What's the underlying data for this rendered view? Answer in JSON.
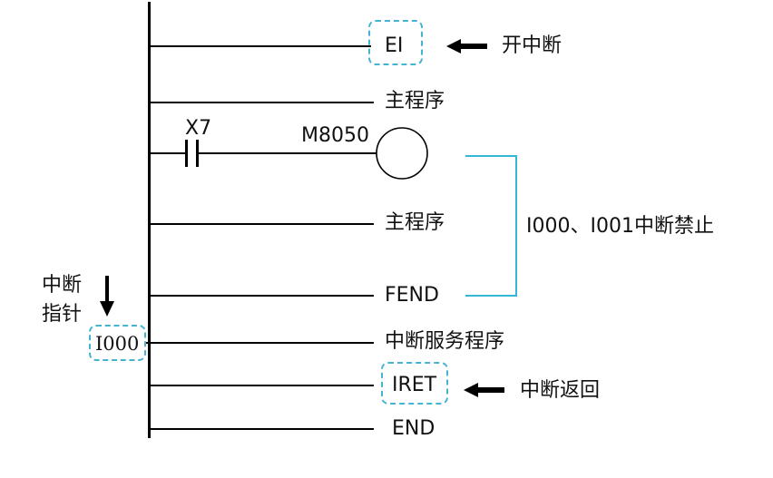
{
  "ladder": {
    "rungs": [
      {
        "id": "ei",
        "label": "EI",
        "boxed": true,
        "annotation": "开中断"
      },
      {
        "id": "main1",
        "label": "主程序"
      },
      {
        "id": "x7",
        "contact": "X7",
        "coil": "M8050"
      },
      {
        "id": "main2",
        "label": "主程序"
      },
      {
        "id": "fend",
        "label": "FEND"
      },
      {
        "id": "isr",
        "label": "中断服务程序",
        "pointer": "I000"
      },
      {
        "id": "iret",
        "label": "IRET",
        "boxed": true,
        "annotation": "中断返回"
      },
      {
        "id": "end",
        "label": "END"
      }
    ]
  },
  "bracket": {
    "label": "I000、I001中断禁止",
    "color": "#35b6d4"
  },
  "pointer_note": {
    "line1": "中断",
    "line2": "指针"
  },
  "colors": {
    "dash_box": "#45b4d2",
    "line": "#000000"
  }
}
